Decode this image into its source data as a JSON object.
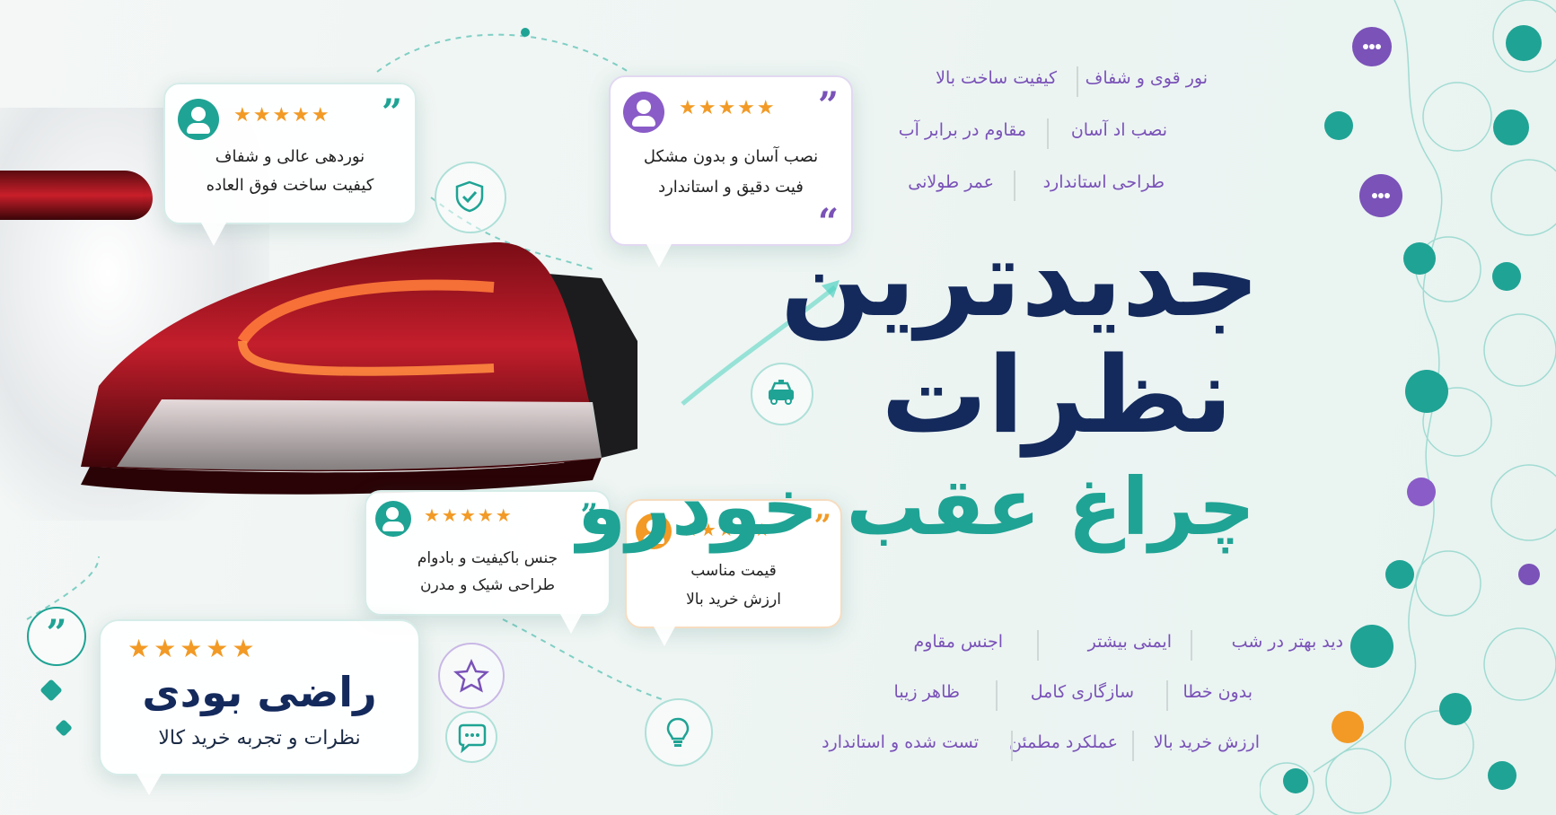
{
  "cards": [
    {
      "lines": [
        "نوردهی عالی و شفاف",
        "کیفیت ساخت فوق العاده"
      ],
      "stars": "★★★★★",
      "avatar_color": "#1fa394",
      "quote_color": "#1fa394"
    },
    {
      "lines": [
        "نصب آسان و بدون مشکل",
        "فیت دقیق و استاندارد"
      ],
      "stars": "★★★★★",
      "avatar_color": "#8a5cc7",
      "quote_color": "#7a52b8"
    },
    {
      "lines": [
        "جنس باکیفیت و بادوام",
        "طراحی شیک و مدرن"
      ],
      "stars": "★★★★★",
      "avatar_color": "#1fa394",
      "quote_color": "#1fa394"
    },
    {
      "lines": [
        "قیمت مناسب",
        "ارزش خرید بالا"
      ],
      "stars": "★★★★★",
      "avatar_color": "#f29a25",
      "quote_color": "#f29a25"
    }
  ],
  "badge": {
    "stars": "★★★★★",
    "title": "راضی بودی",
    "subtitle": "نظرات و تجربه خرید کالا"
  },
  "headline": {
    "line1": "جدیدترین",
    "line2": "نظرات",
    "line3": "چراغ عقب خودرو"
  },
  "top_tags": [
    [
      "نور قوی و شفاف",
      "کیفیت ساخت بالا"
    ],
    [
      "نصب اد آسان",
      "مقاوم در برابر آب"
    ],
    [
      "طراحی استاندارد",
      "عمر طولانی"
    ]
  ],
  "bottom_tags": [
    [
      "دید بهتر در شب",
      "ایمنی بیشتر",
      "اجنس مقاوم"
    ],
    [
      "بدون خطا",
      "سازگاری کامل",
      "ظاهر زیبا"
    ],
    [
      "ارزش خرید بالا",
      "عملکرد مطمئن",
      "تست شده و استاندارد"
    ]
  ],
  "colors": {
    "teal": "#1fa394",
    "navy": "#142a5c",
    "purple": "#7a52b8",
    "orange": "#f29a25"
  },
  "icons": [
    "shield-check-icon",
    "taxi-icon",
    "star-icon",
    "chat-icon",
    "lightbulb-icon",
    "quote-icon",
    "sparkle-icon"
  ]
}
